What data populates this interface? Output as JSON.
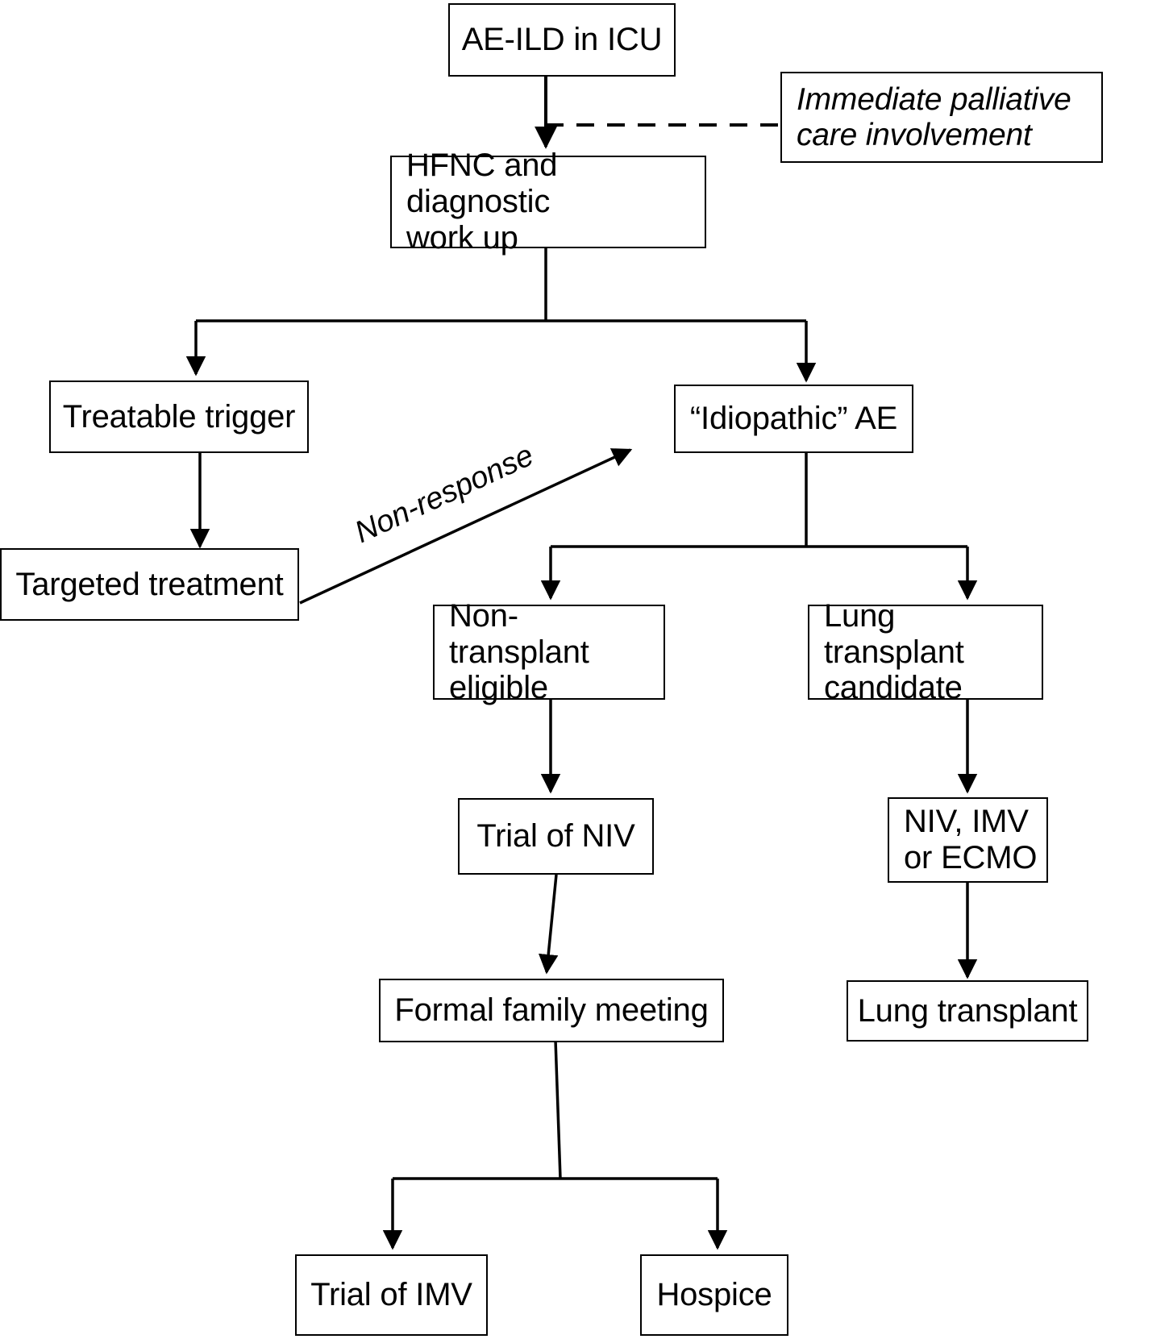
{
  "diagram": {
    "title": "AE-ILD ICU management algorithm",
    "colors": {
      "stroke": "#000000",
      "fill": "#ffffff",
      "text": "#000000"
    },
    "nodes": {
      "ae_ild_icu": "AE-ILD in ICU",
      "palliative": "Immediate palliative\ncare involvement",
      "hfnc": "HFNC and diagnostic\nwork up",
      "treatable_trigger": "Treatable trigger",
      "targeted_treatment": "Targeted treatment",
      "idiopathic_ae": "“Idiopathic” AE",
      "non_transplant": "Non-transplant\neligible",
      "lung_transplant_candidate": "Lung transplant\ncandidate",
      "trial_niv": "Trial of NIV",
      "niv_imv_ecmo": "NIV, IMV\nor ECMO",
      "formal_family_meeting": "Formal family meeting",
      "lung_transplant": "Lung transplant",
      "trial_imv": "Trial of IMV",
      "hospice": "Hospice"
    },
    "edge_labels": {
      "non_response": "Non-response"
    }
  }
}
